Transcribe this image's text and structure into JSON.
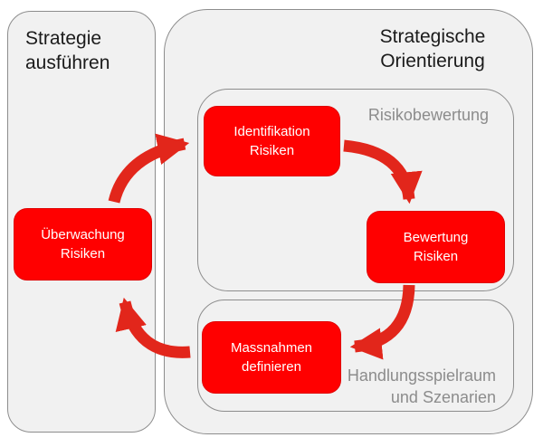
{
  "colors": {
    "node_fill": "#ff0000",
    "node_text": "#ffffff",
    "arrow_red": "#e2261b",
    "panel_fill": "#f1f1f1",
    "panel_border": "#8d8d8d",
    "gray_label": "#8c8c8c",
    "title_text": "#1b1b1b"
  },
  "left_panel": {
    "title": [
      "Strategie",
      "ausführen"
    ],
    "node_ueberwachung": [
      "Überwachung",
      "Risiken"
    ]
  },
  "right_panel": {
    "title": [
      "Strategische",
      "Orientierung"
    ],
    "risk_group": {
      "label": "Risikobewertung",
      "node_identifikation": [
        "Identifikation",
        "Risiken"
      ],
      "node_bewertung": [
        "Bewertung",
        "Risiken"
      ]
    },
    "action_group": {
      "label": [
        "Handlungsspielraum",
        "und Szenarien"
      ],
      "node_massnahmen": [
        "Massnahmen",
        "definieren"
      ]
    }
  },
  "flow": [
    {
      "from": "Überwachung Risiken",
      "to": "Identifikation Risiken"
    },
    {
      "from": "Identifikation Risiken",
      "to": "Bewertung Risiken"
    },
    {
      "from": "Bewertung Risiken",
      "to": "Massnahmen definieren"
    },
    {
      "from": "Massnahmen definieren",
      "to": "Überwachung Risiken"
    }
  ]
}
